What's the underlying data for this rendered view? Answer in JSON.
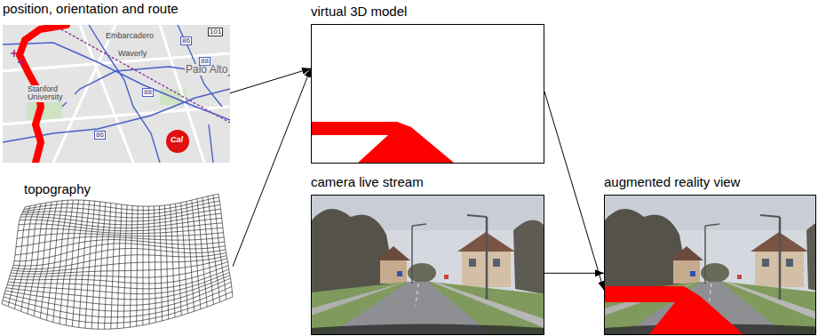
{
  "diagram": {
    "nodes": [
      {
        "text": [
          "position, orientation and route"
        ]
      },
      {
        "text": [
          "topography"
        ]
      },
      {
        "text": [
          "virtual 3D model"
        ]
      },
      {
        "text": [
          "camera live stream"
        ]
      },
      {
        "text": [
          "augmented reality view"
        ]
      }
    ],
    "edges": [
      {
        "from": 0,
        "to": 2,
        "arrow": "to"
      },
      {
        "from": 1,
        "to": 2,
        "arrow": "to"
      },
      {
        "from": 2,
        "to": 4,
        "arrow": "to"
      },
      {
        "from": 3,
        "to": 4,
        "arrow": "to"
      }
    ],
    "labels": [
      "Embarcadero",
      "Waverly",
      "Palo Alto",
      "Stanford University",
      "101",
      "86",
      "88",
      "88",
      "86",
      "Cal"
    ]
  }
}
